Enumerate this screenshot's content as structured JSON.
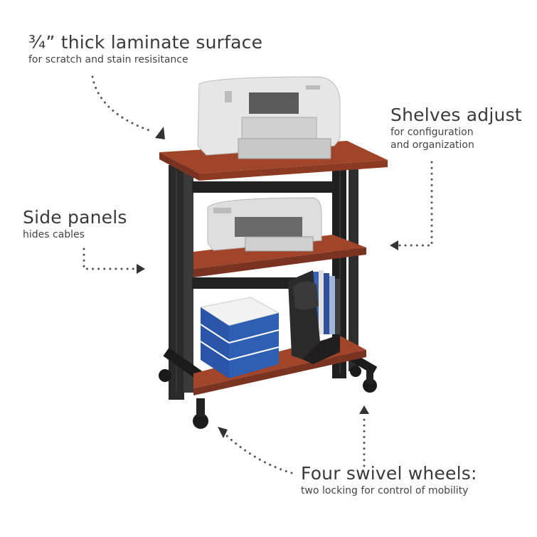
{
  "callouts": {
    "surface": {
      "title": "¾” thick laminate surface",
      "subtitle": "for scratch and stain resisitance"
    },
    "shelves": {
      "title": "Shelves adjust",
      "line1": "for configuration",
      "line2": "and organization"
    },
    "panels": {
      "title": "Side panels",
      "subtitle": "hides cables"
    },
    "wheels": {
      "title": "Four swivel wheels:",
      "subtitle": "two locking for control of mobility"
    }
  },
  "colors": {
    "laminate": "#a0452a",
    "laminate_edge": "#7a3320",
    "frame": "#2a2a2a",
    "pointer": "#555555",
    "printer": "#d9d9d9",
    "paper_box": "#2f5fb3"
  }
}
